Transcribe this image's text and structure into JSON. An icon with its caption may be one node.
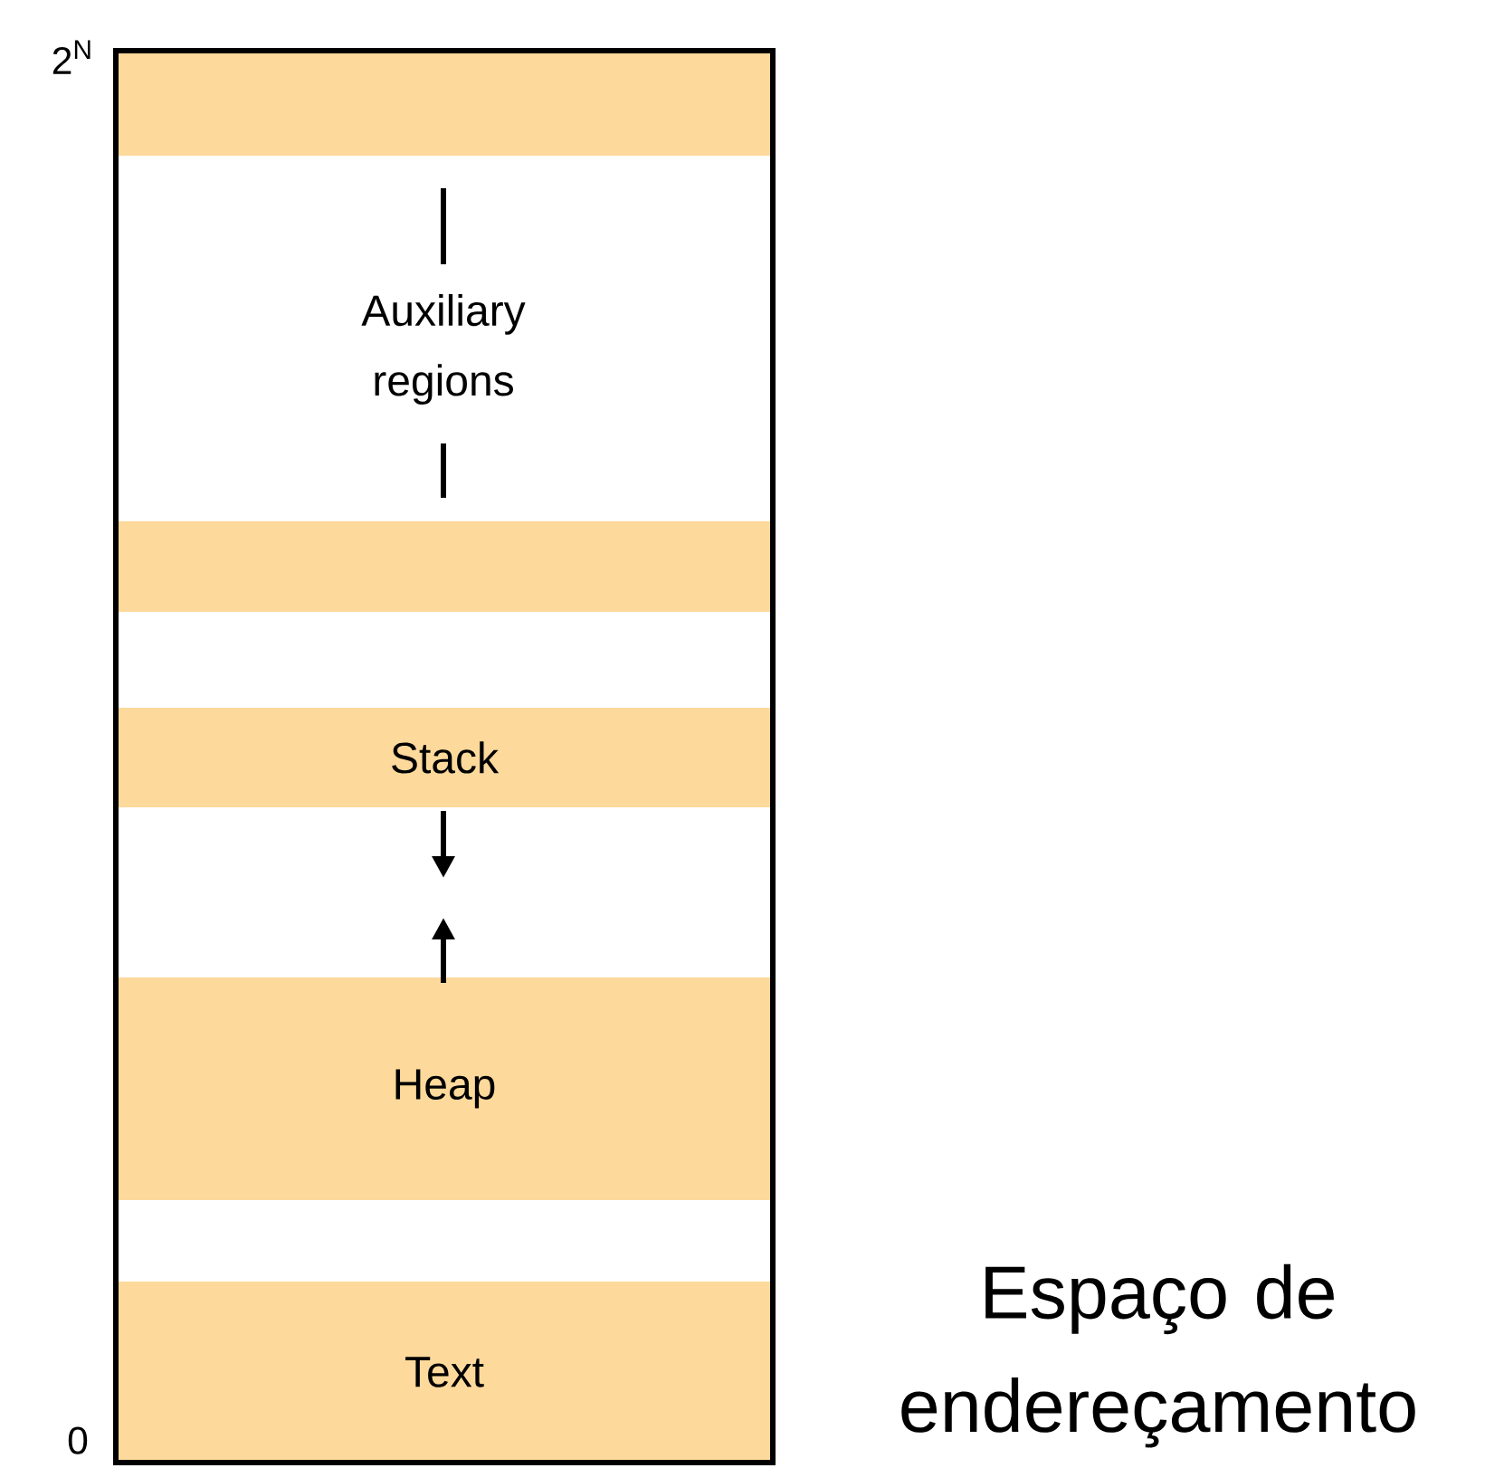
{
  "diagram": {
    "nodes": [
      {
        "text": [],
        "shape": "box",
        "beside": [
          "Espaço de endereçamento"
        ]
      },
      {
        "text": [],
        "shape": "bar",
        "in": 0
      },
      {
        "text": [],
        "shape": "bar",
        "in": 0
      },
      {
        "text": [
          "Stack"
        ],
        "in": 0
      },
      {
        "text": [
          "Heap"
        ],
        "in": 0
      },
      {
        "text": [
          "Text"
        ],
        "in": 0
      }
    ],
    "edges": [],
    "labels": [
      "2$^{N}$",
      "0",
      "Auxiliary regions"
    ]
  }
}
